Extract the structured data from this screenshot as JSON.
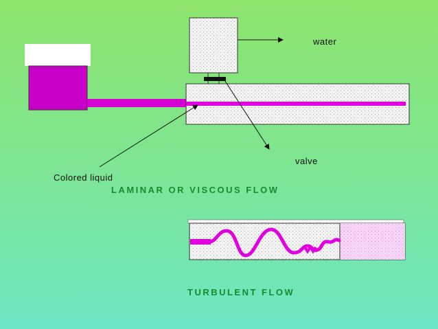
{
  "labels": {
    "water": "water",
    "valve": "valve",
    "colored_liquid": "Colored liquid",
    "laminar_title": "LAMINAR OR VISCOUS FLOW",
    "turbulent_title": "TURBULENT FLOW"
  },
  "colors": {
    "dye": "#d400d4",
    "tank_fill": "#f4f4f4",
    "line": "#111111",
    "title_green": "#1a8a2e"
  }
}
